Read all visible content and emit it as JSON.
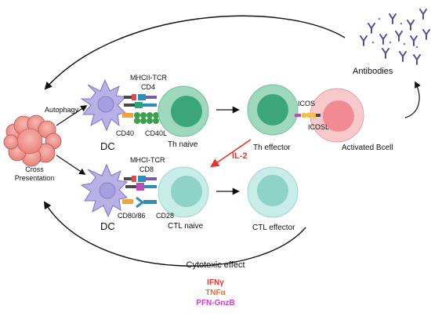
{
  "labels": {
    "antibodies": "Antibodies",
    "autophagy": "Autophagy",
    "cross_presentation_line1": "Cross",
    "cross_presentation_line2": "Presentation",
    "dc_top": "DC",
    "dc_bottom": "DC",
    "mhcii_tcr": "MHCII-TCR",
    "cd4": "CD4",
    "cd40": "CD40",
    "cd40l": "CD40L",
    "th_naive": "Th naive",
    "th_effector": "Th effector",
    "icos": "ICOS",
    "icosl": "ICOSL",
    "activated_bcell": "Activated Bcell",
    "il2": "IL-2",
    "mhci_tcr": "MHCI-TCR",
    "cd8": "CD8",
    "cd80_86": "CD80/86",
    "cd28": "CD28",
    "ctl_naive": "CTL naive",
    "ctl_effector": "CTL effector",
    "cytotoxic_effect": "Cytotoxic effect",
    "ifn_gamma": "IFNγ",
    "tnf_alpha": "TNFα",
    "pfn_gnzb": "PFN-GnzB"
  },
  "colors": {
    "th_outer": "#9fd8bd",
    "th_inner": "#3aa67a",
    "ctl_outer": "#c8ece8",
    "ctl_inner": "#8ed2c8",
    "bcell_outer": "#f7c9cb",
    "bcell_inner": "#f08c91",
    "dc_fill": "#b8b1e6",
    "tumor_fill": "#f39e98",
    "il2_red": "#e8312a",
    "ifn_red": "#e8312a",
    "tnf_orange": "#f26c2b",
    "pfn_magenta": "#d43ad6",
    "antibody_purple": "#5b4a9a"
  }
}
